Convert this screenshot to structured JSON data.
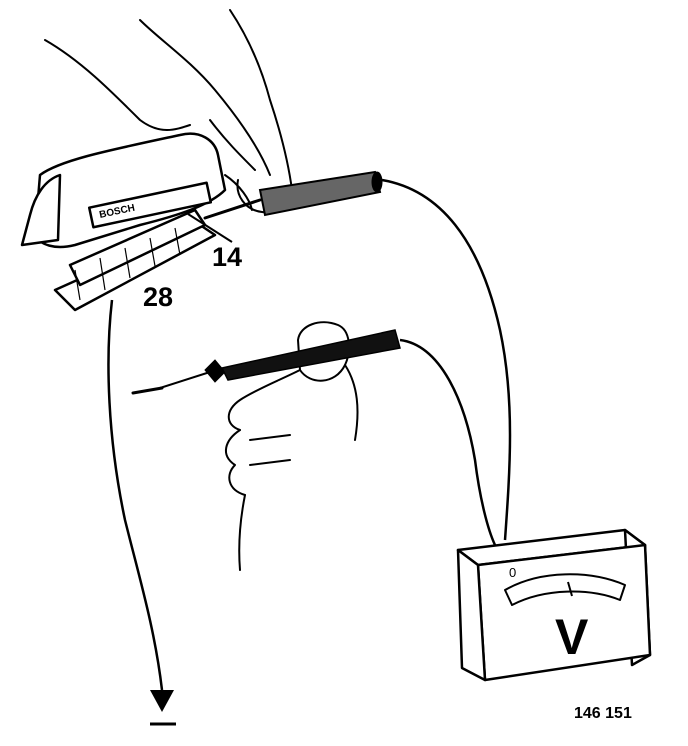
{
  "labels": {
    "pin_14": "14",
    "pin_28": "28",
    "figure_number": "146 151"
  },
  "connector": {
    "brand_marking": "BOSCH"
  },
  "voltmeter": {
    "zero_mark": "0",
    "unit": "V"
  },
  "ground_symbol": "⏚",
  "colors": {
    "ink": "#000000",
    "paper": "#ffffff"
  }
}
